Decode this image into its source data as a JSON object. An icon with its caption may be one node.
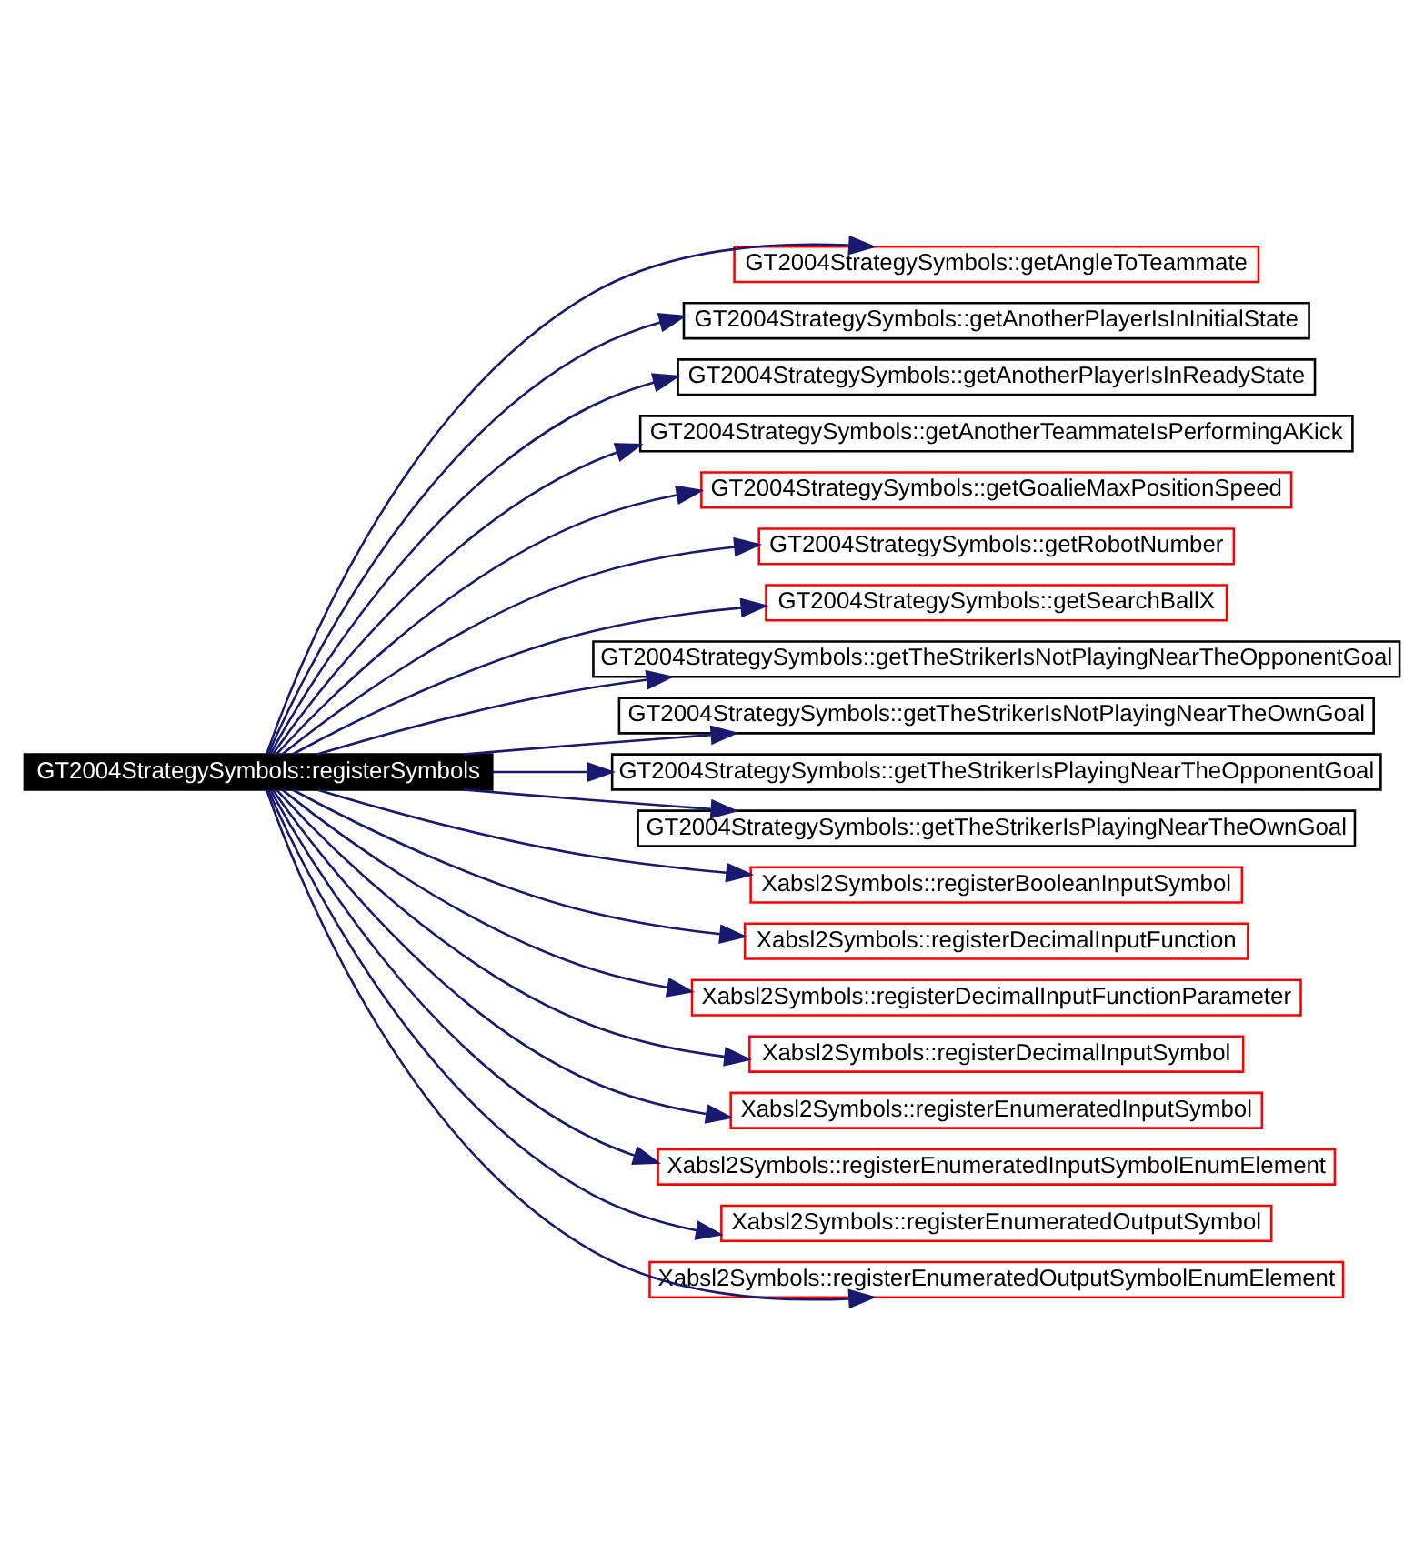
{
  "diagram": {
    "nodes": [
      {
        "text": [
          "GT2004StrategySymbols::registerSymbols"
        ]
      },
      {
        "text": [
          "GT2004StrategySymbols::getAngleToTeammate"
        ]
      },
      {
        "text": [
          "GT2004StrategySymbols::getAnotherPlayerIsInInitialState"
        ]
      },
      {
        "text": [
          "GT2004StrategySymbols::getAnotherPlayerIsInReadyState"
        ]
      },
      {
        "text": [
          "GT2004StrategySymbols::getAnotherTeammateIsPerformingAKick"
        ]
      },
      {
        "text": [
          "GT2004StrategySymbols::getGoalieMaxPositionSpeed"
        ]
      },
      {
        "text": [
          "GT2004StrategySymbols::getRobotNumber"
        ]
      },
      {
        "text": [
          "GT2004StrategySymbols::getSearchBallX"
        ]
      },
      {
        "text": [
          "GT2004StrategySymbols::getTheStrikerIsNotPlayingNearTheOpponentGoal"
        ]
      },
      {
        "text": [
          "GT2004StrategySymbols::getTheStrikerIsNotPlayingNearTheOwnGoal"
        ]
      },
      {
        "text": [
          "GT2004StrategySymbols::getTheStrikerIsPlayingNearTheOpponentGoal"
        ]
      },
      {
        "text": [
          "GT2004StrategySymbols::getTheStrikerIsPlayingNearTheOwnGoal"
        ]
      },
      {
        "text": [
          "Xabsl2Symbols::registerBooleanInputSymbol"
        ]
      },
      {
        "text": [
          "Xabsl2Symbols::registerDecimalInputFunction"
        ]
      },
      {
        "text": [
          "Xabsl2Symbols::registerDecimalInputFunctionParameter"
        ]
      },
      {
        "text": [
          "Xabsl2Symbols::registerDecimalInputSymbol"
        ]
      },
      {
        "text": [
          "Xabsl2Symbols::registerEnumeratedInputSymbol"
        ]
      },
      {
        "text": [
          "Xabsl2Symbols::registerEnumeratedInputSymbolEnumElement"
        ]
      },
      {
        "text": [
          "Xabsl2Symbols::registerEnumeratedOutputSymbol"
        ]
      },
      {
        "text": [
          "Xabsl2Symbols::registerEnumeratedOutputSymbolEnumElement"
        ]
      }
    ],
    "edges": [
      {
        "from": 0,
        "to": 1,
        "arrow": "to"
      },
      {
        "from": 0,
        "to": 2,
        "arrow": "to"
      },
      {
        "from": 0,
        "to": 3,
        "arrow": "to"
      },
      {
        "from": 0,
        "to": 4,
        "arrow": "to"
      },
      {
        "from": 0,
        "to": 5,
        "arrow": "to"
      },
      {
        "from": 0,
        "to": 6,
        "arrow": "to"
      },
      {
        "from": 0,
        "to": 7,
        "arrow": "to"
      },
      {
        "from": 0,
        "to": 8,
        "arrow": "to"
      },
      {
        "from": 0,
        "to": 9,
        "arrow": "to"
      },
      {
        "from": 0,
        "to": 10,
        "arrow": "to"
      },
      {
        "from": 0,
        "to": 11,
        "arrow": "to"
      },
      {
        "from": 0,
        "to": 12,
        "arrow": "to"
      },
      {
        "from": 0,
        "to": 13,
        "arrow": "to"
      },
      {
        "from": 0,
        "to": 14,
        "arrow": "to"
      },
      {
        "from": 0,
        "to": 15,
        "arrow": "to"
      },
      {
        "from": 0,
        "to": 16,
        "arrow": "to"
      },
      {
        "from": 0,
        "to": 17,
        "arrow": "to"
      },
      {
        "from": 0,
        "to": 18,
        "arrow": "to"
      },
      {
        "from": 0,
        "to": 19,
        "arrow": "to"
      }
    ]
  }
}
